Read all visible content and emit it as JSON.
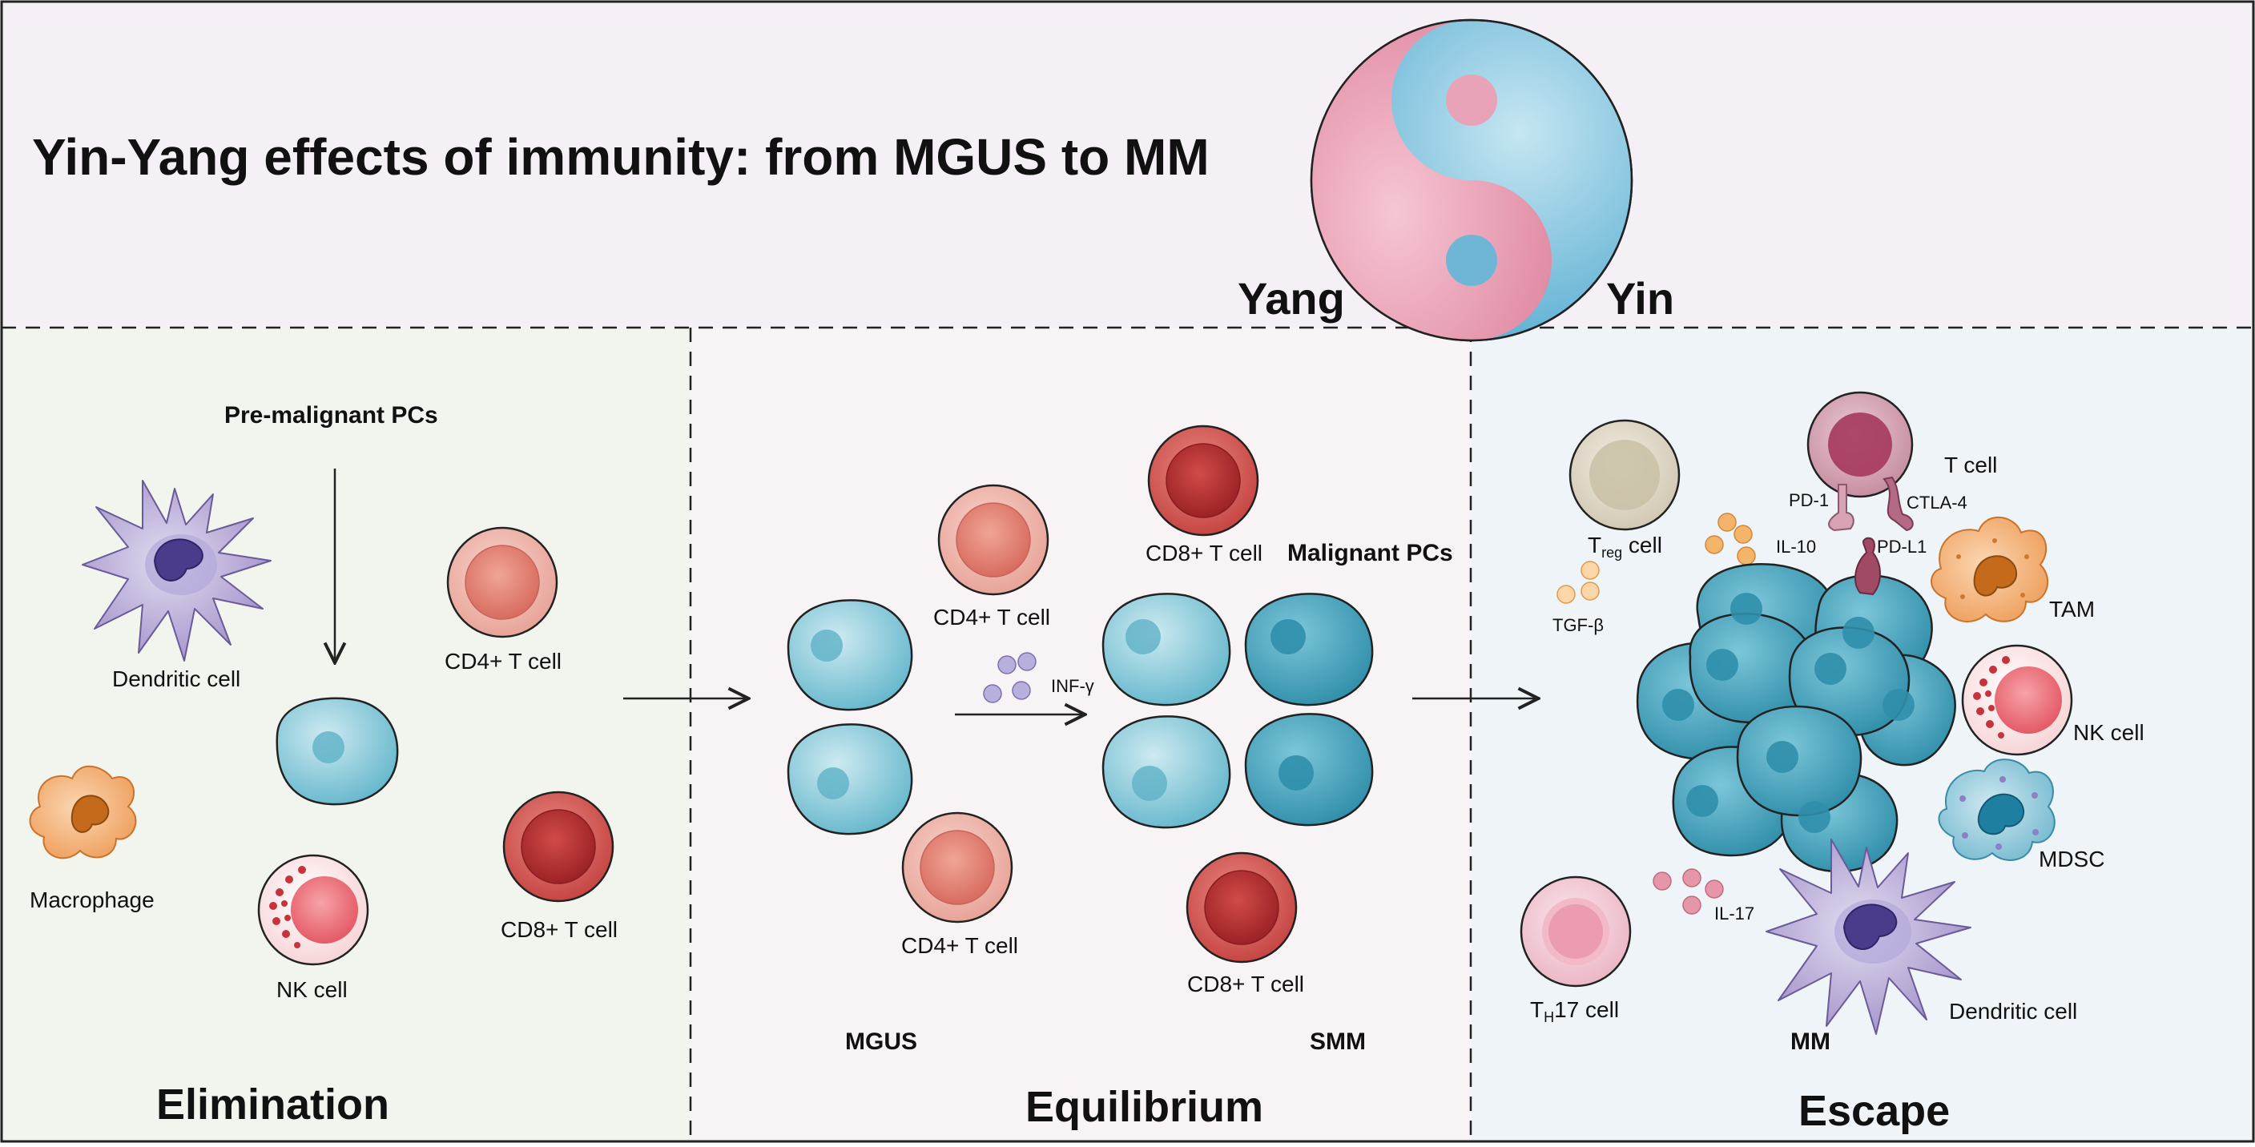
{
  "header": {
    "title": "Yin-Yang effects of immunity: from MGUS to MM",
    "yang_label": "Yang",
    "yin_label": "Yin"
  },
  "elimination": {
    "title": "Elimination",
    "pre_malignant_label": "Pre-malignant PCs",
    "dendritic_label": "Dendritic cell",
    "macrophage_label": "Macrophage",
    "cd4_label": "CD4+ T cell",
    "cd8_label": "CD8+ T cell",
    "nk_label": "NK cell"
  },
  "equilibrium": {
    "title": "Equilibrium",
    "cd4_top_label": "CD4+ T cell",
    "cd4_bottom_label": "CD4+ T cell",
    "cd8_top_label": "CD8+ T cell",
    "cd8_bottom_label": "CD8+ T cell",
    "inf_label": "INF-γ",
    "malignant_label": "Malignant PCs",
    "mgus_label": "MGUS",
    "smm_label": "SMM"
  },
  "escape": {
    "title": "Escape",
    "treg_main": "T",
    "treg_sub": "reg",
    "treg_tail": " cell",
    "tgf_label": "TGF-β",
    "il10_label": "IL-10",
    "tcell_label": "T cell",
    "pd1_label": "PD-1",
    "ctla4_label": "CTLA-4",
    "pdl1_label": "PD-L1",
    "tam_label": "TAM",
    "nk_label": "NK cell",
    "mdsc_label": "MDSC",
    "th17_main": "T",
    "th17_sub": "H",
    "th17_tail": "17 cell",
    "il17_label": "IL-17",
    "dendritic_label": "Dendritic cell",
    "mm_label": "MM"
  },
  "colors": {
    "header_bg": "#f5f0f6",
    "elimination_bg": "#f2f5ee",
    "equilibrium_bg": "#f8f3f5",
    "escape_bg": "#eef4f7",
    "yang_pink": "#e8a3b8",
    "yin_blue": "#6fb6d6",
    "pc_cyan": "#7ec4d6",
    "malignant_teal": "#3a9cb6"
  }
}
